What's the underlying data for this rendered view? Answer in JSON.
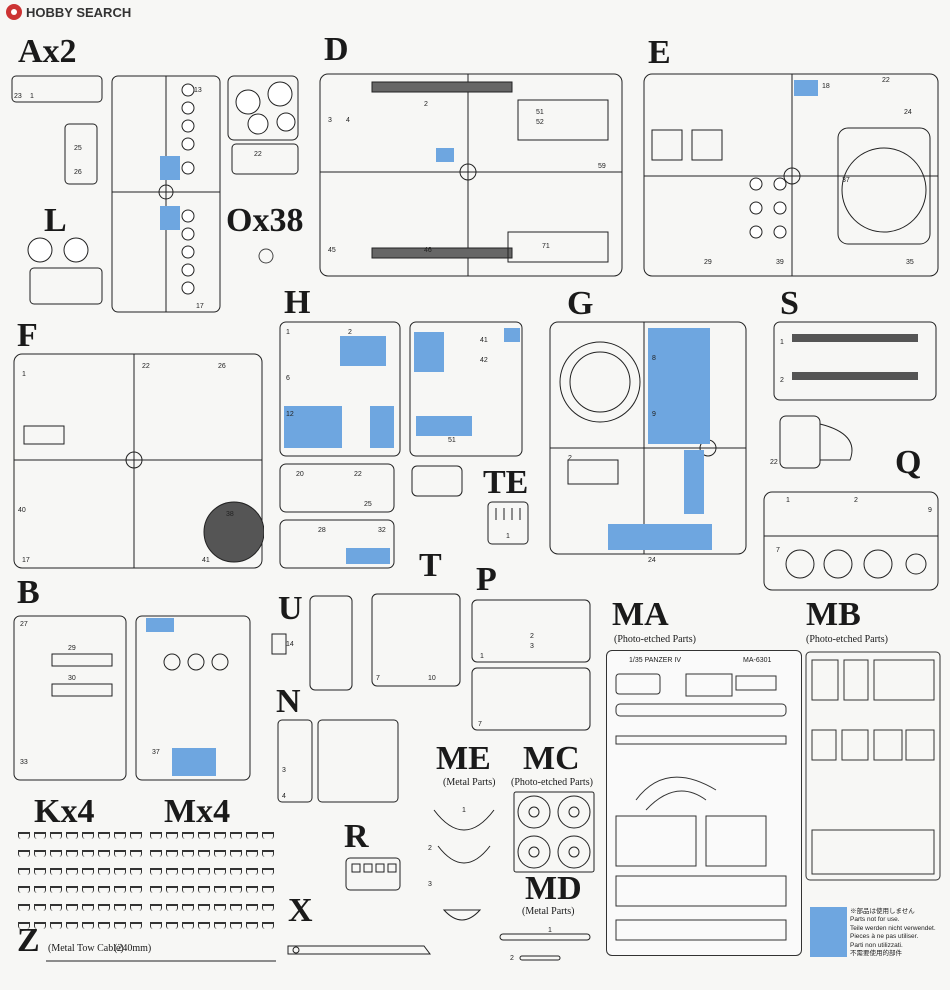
{
  "brand": {
    "name": "HOBBY SEARCH"
  },
  "sprues": [
    {
      "id": "Ax2",
      "label": "Ax2"
    },
    {
      "id": "L",
      "label": "L"
    },
    {
      "id": "Ox38",
      "label": "Ox38"
    },
    {
      "id": "D",
      "label": "D"
    },
    {
      "id": "E",
      "label": "E"
    },
    {
      "id": "F",
      "label": "F"
    },
    {
      "id": "H",
      "label": "H"
    },
    {
      "id": "G",
      "label": "G"
    },
    {
      "id": "S",
      "label": "S"
    },
    {
      "id": "Q",
      "label": "Q"
    },
    {
      "id": "TE",
      "label": "TE"
    },
    {
      "id": "B",
      "label": "B"
    },
    {
      "id": "U",
      "label": "U"
    },
    {
      "id": "T",
      "label": "T"
    },
    {
      "id": "P",
      "label": "P"
    },
    {
      "id": "MA",
      "label": "MA"
    },
    {
      "id": "MB",
      "label": "MB"
    },
    {
      "id": "N",
      "label": "N"
    },
    {
      "id": "ME",
      "label": "ME"
    },
    {
      "id": "MC",
      "label": "MC"
    },
    {
      "id": "Kx4",
      "label": "Kx4"
    },
    {
      "id": "Mx4",
      "label": "Mx4"
    },
    {
      "id": "R",
      "label": "R"
    },
    {
      "id": "MD",
      "label": "MD"
    },
    {
      "id": "X",
      "label": "X"
    },
    {
      "id": "Z",
      "label": "Z"
    }
  ],
  "notes": {
    "ma_sub": "(Photo-etched Parts)",
    "mb_sub": "(Photo-etched Parts)",
    "me_sub": "(Metal Parts)",
    "mc_sub": "(Photo-etched Parts)",
    "md_sub": "(Metal Parts)",
    "z_sub": "(Metal Tow Cable)",
    "z_len": "(240mm)",
    "ma_title": "1/35 PANZER IV",
    "ma_code": "MA-6301"
  },
  "legend": {
    "color": "#6ea6e0",
    "lines": [
      "※部品は使用しません",
      "Parts not for use.",
      "Teile werden nicht verwendet.",
      "Pieces à ne pas utiliser.",
      "Parti non utilizzati.",
      "不需要使用的部件"
    ]
  },
  "highlight_color": "#6ea6e0"
}
